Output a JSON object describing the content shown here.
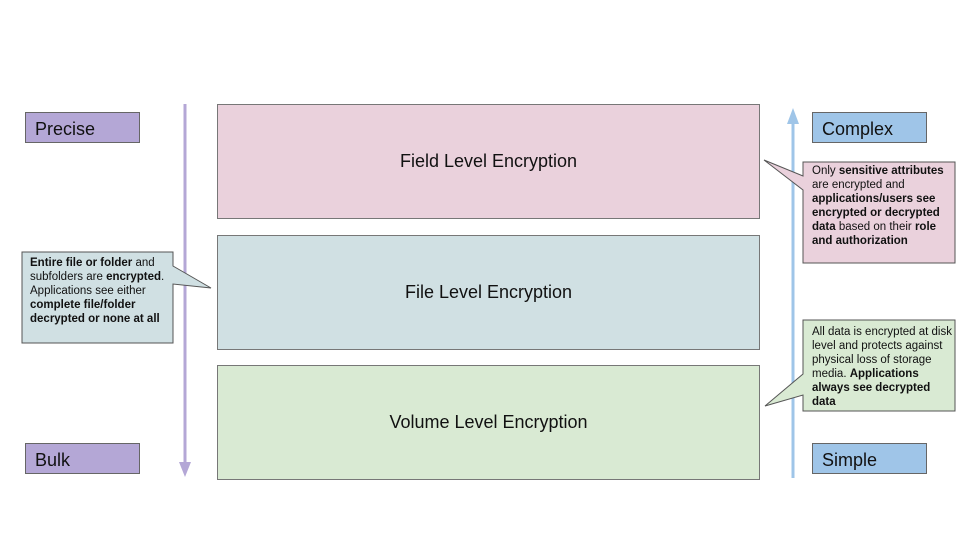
{
  "left_axis": {
    "top_label": "Precise",
    "bottom_label": "Bulk"
  },
  "right_axis": {
    "top_label": "Complex",
    "bottom_label": "Simple"
  },
  "layers": [
    {
      "label": "Field Level Encryption",
      "color": "#ead1dc"
    },
    {
      "label": "File Level Encryption",
      "color": "#d0e0e3"
    },
    {
      "label": "Volume Level Encryption",
      "color": "#d9ead3"
    }
  ],
  "callouts": {
    "file": {
      "segments": [
        {
          "text": "Entire file or folder",
          "bold": true
        },
        {
          "text": " and subfolders are ",
          "bold": false
        },
        {
          "text": "encrypted",
          "bold": true
        },
        {
          "text": ". Applications see either ",
          "bold": false
        },
        {
          "text": "complete file/folder decrypted or none at all",
          "bold": true
        }
      ]
    },
    "field": {
      "segments": [
        {
          "text": "Only ",
          "bold": false
        },
        {
          "text": "sensitive attributes",
          "bold": true
        },
        {
          "text": " are encrypted and ",
          "bold": false
        },
        {
          "text": "applications/users see encrypted or decrypted data",
          "bold": true
        },
        {
          "text": " based on their ",
          "bold": false
        },
        {
          "text": "role and authorization",
          "bold": true
        }
      ]
    },
    "volume": {
      "segments": [
        {
          "text": "All data is encrypted at disk level and protects against physical loss of storage media. ",
          "bold": false
        },
        {
          "text": "Applications always see decrypted data",
          "bold": true
        }
      ]
    }
  },
  "colors": {
    "left_arrow": "#b4a7d6",
    "right_arrow": "#9fc5e8",
    "callout_pink": "#ead1dc",
    "callout_teal": "#d0e0e3",
    "callout_green": "#d9ead3"
  }
}
